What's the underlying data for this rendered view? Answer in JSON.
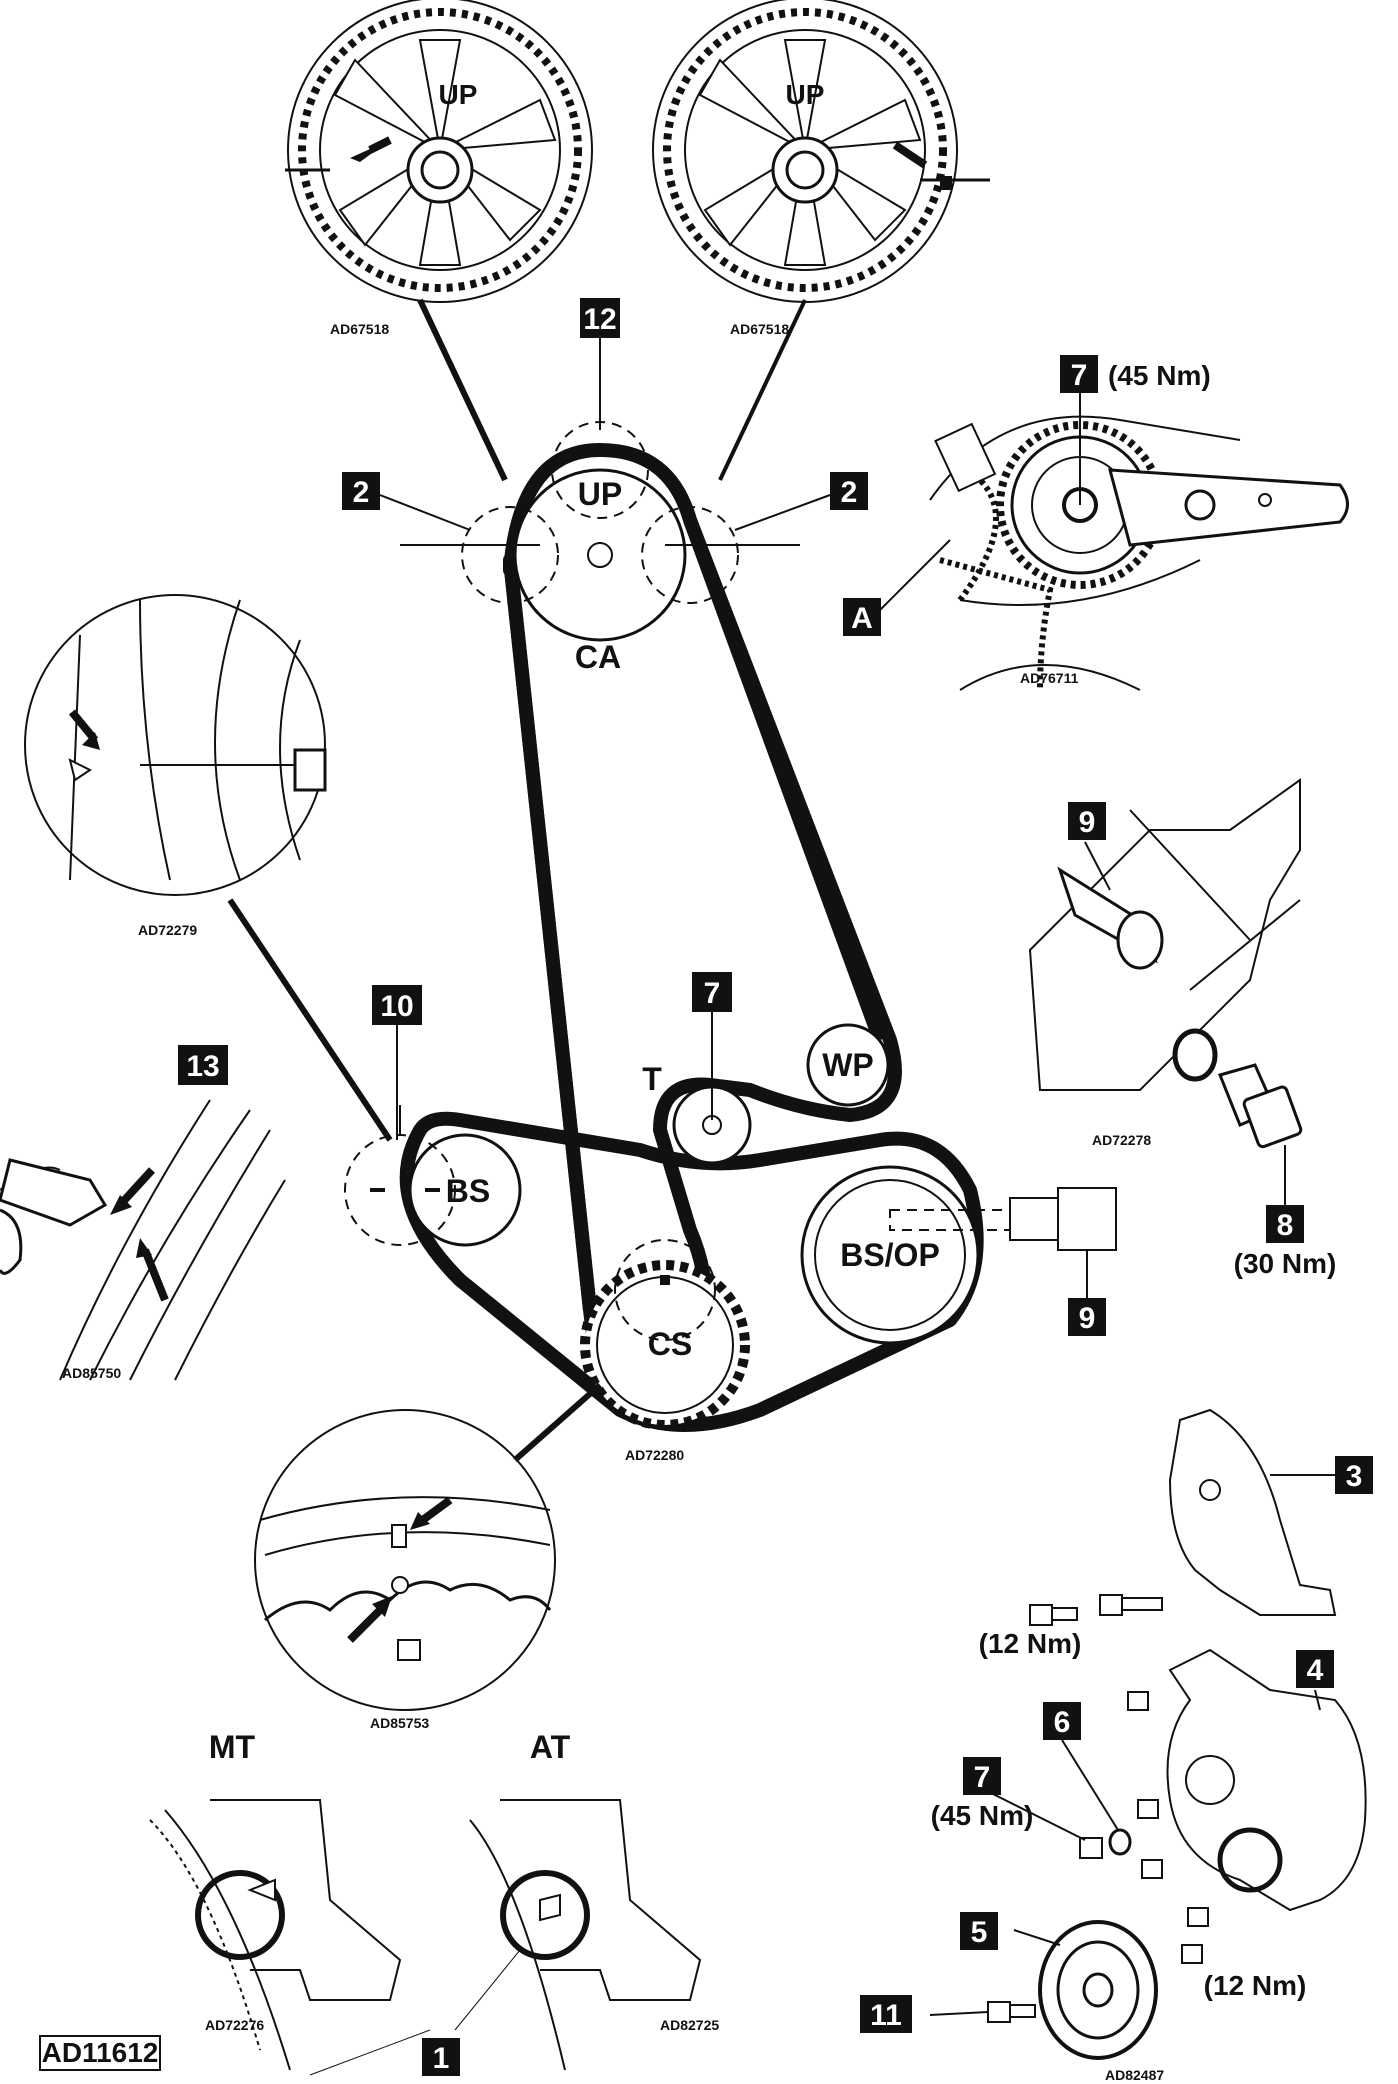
{
  "diagram": {
    "pulleys": {
      "camshaft": "CA",
      "camshaft_mark": "UP",
      "tensioner": "T",
      "water_pump": "WP",
      "balancer_shaft": "BS",
      "balancer_oil_pump": "BS/OP",
      "crankshaft": "CS"
    },
    "callouts": {
      "c1": "1",
      "c2a": "2",
      "c2b": "2",
      "c3": "3",
      "c4": "4",
      "c5": "5",
      "c6": "6",
      "c7_main": "7",
      "c7_tens": "7",
      "c7_pulley": "7",
      "c8": "8",
      "c9_bolt": "9",
      "c9_shaft": "9",
      "c10": "10",
      "c11": "11",
      "c12": "12",
      "c13": "13",
      "cA": "A"
    },
    "torques": {
      "tensioner_nut": "(45 Nm)",
      "pulley_bolt": "(45 Nm)",
      "plug_bolt": "(30 Nm)",
      "upper_cover": "(12 Nm)",
      "lower_cover": "(12 Nm)"
    },
    "detail_labels": {
      "cam_left_up": "UP",
      "cam_right_up": "UP",
      "manual_trans": "MT",
      "auto_trans": "AT"
    },
    "reference_codes": {
      "cam_left": "AD67518",
      "cam_right": "AD67518",
      "tensioner_detail": "AD76711",
      "balancer_mark": "AD72279",
      "plug_detail": "AD72278",
      "flywheel_detail": "AD85750",
      "main_diagram": "AD72280",
      "crank_mark": "AD85753",
      "mt_mark": "AD72276",
      "at_mark": "AD82725",
      "covers": "AD82487",
      "figure_id": "AD11612"
    }
  }
}
